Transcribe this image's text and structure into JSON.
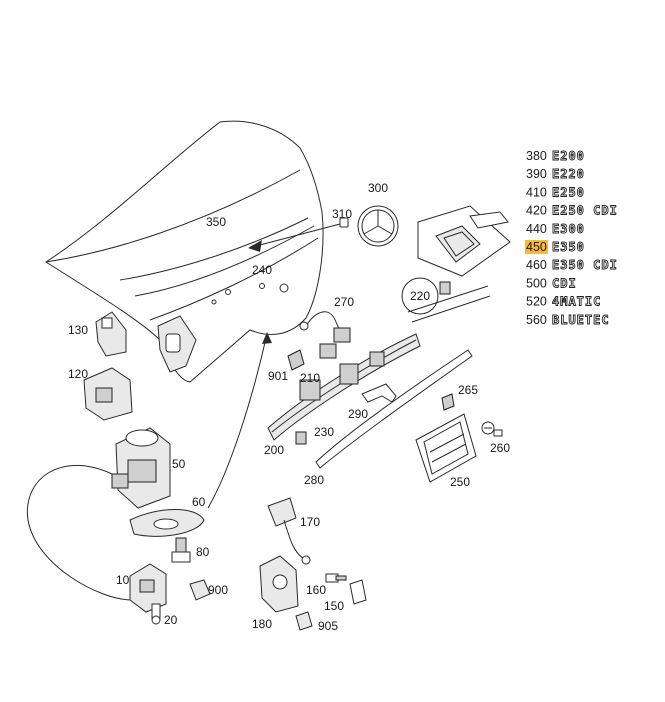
{
  "parts": {
    "p10": "10",
    "p20": "20",
    "p50": "50",
    "p60": "60",
    "p80": "80",
    "p120": "120",
    "p130": "130",
    "p150": "150",
    "p160": "160",
    "p170": "170",
    "p180": "180",
    "p200": "200",
    "p210": "210",
    "p220": "220",
    "p230": "230",
    "p240": "240",
    "p250": "250",
    "p260": "260",
    "p265": "265",
    "p270": "270",
    "p280": "280",
    "p290": "290",
    "p300": "300",
    "p310": "310",
    "p350": "350",
    "p900": "900",
    "p901": "901",
    "p905": "905"
  },
  "legend": [
    {
      "code": "380",
      "badge": "E200",
      "highlight": false
    },
    {
      "code": "390",
      "badge": "E220",
      "highlight": false
    },
    {
      "code": "410",
      "badge": "E250",
      "highlight": false
    },
    {
      "code": "420",
      "badge": "E250 CDI",
      "highlight": false
    },
    {
      "code": "440",
      "badge": "E300",
      "highlight": false
    },
    {
      "code": "450",
      "badge": "E350",
      "highlight": true
    },
    {
      "code": "460",
      "badge": "E350 CDI",
      "highlight": false
    },
    {
      "code": "500",
      "badge": "CDI",
      "highlight": false
    },
    {
      "code": "520",
      "badge": "4MATIC",
      "highlight": false
    },
    {
      "code": "560",
      "badge": "BLUETEC",
      "highlight": false
    }
  ],
  "colors": {
    "highlight": "#f6b93b",
    "stroke": "#2a2a2a"
  }
}
